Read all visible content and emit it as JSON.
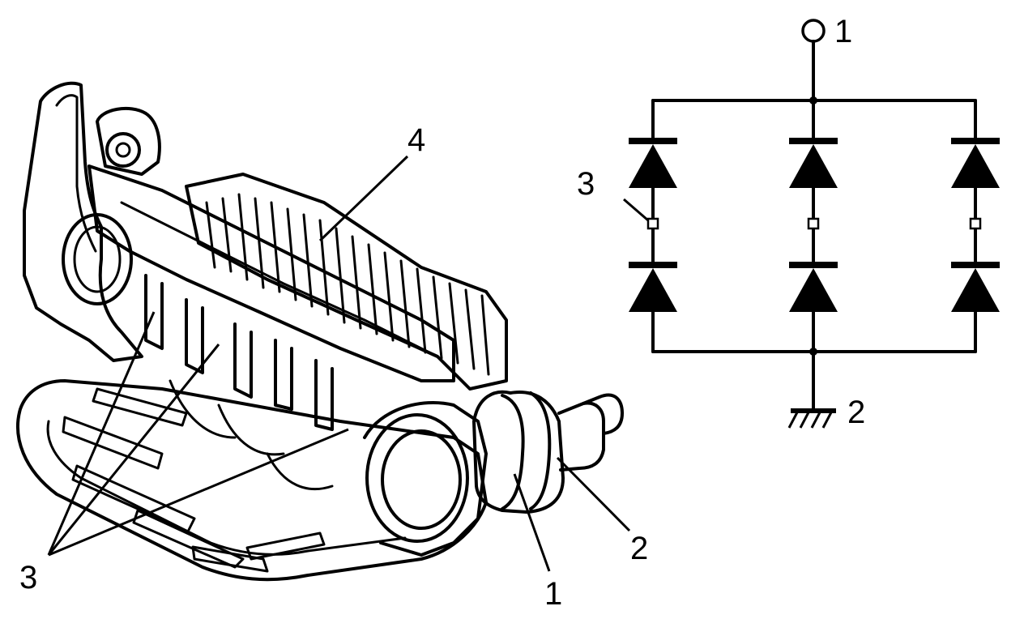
{
  "colors": {
    "ink": "#000000",
    "paper": "#ffffff"
  },
  "drawing": {
    "labels": {
      "diodes": "3",
      "heatsink": "4",
      "insulator": "1",
      "terminal_stud": "2"
    }
  },
  "schematic": {
    "labels": {
      "b_plus": "1",
      "ground": "2",
      "phase": "3"
    }
  }
}
